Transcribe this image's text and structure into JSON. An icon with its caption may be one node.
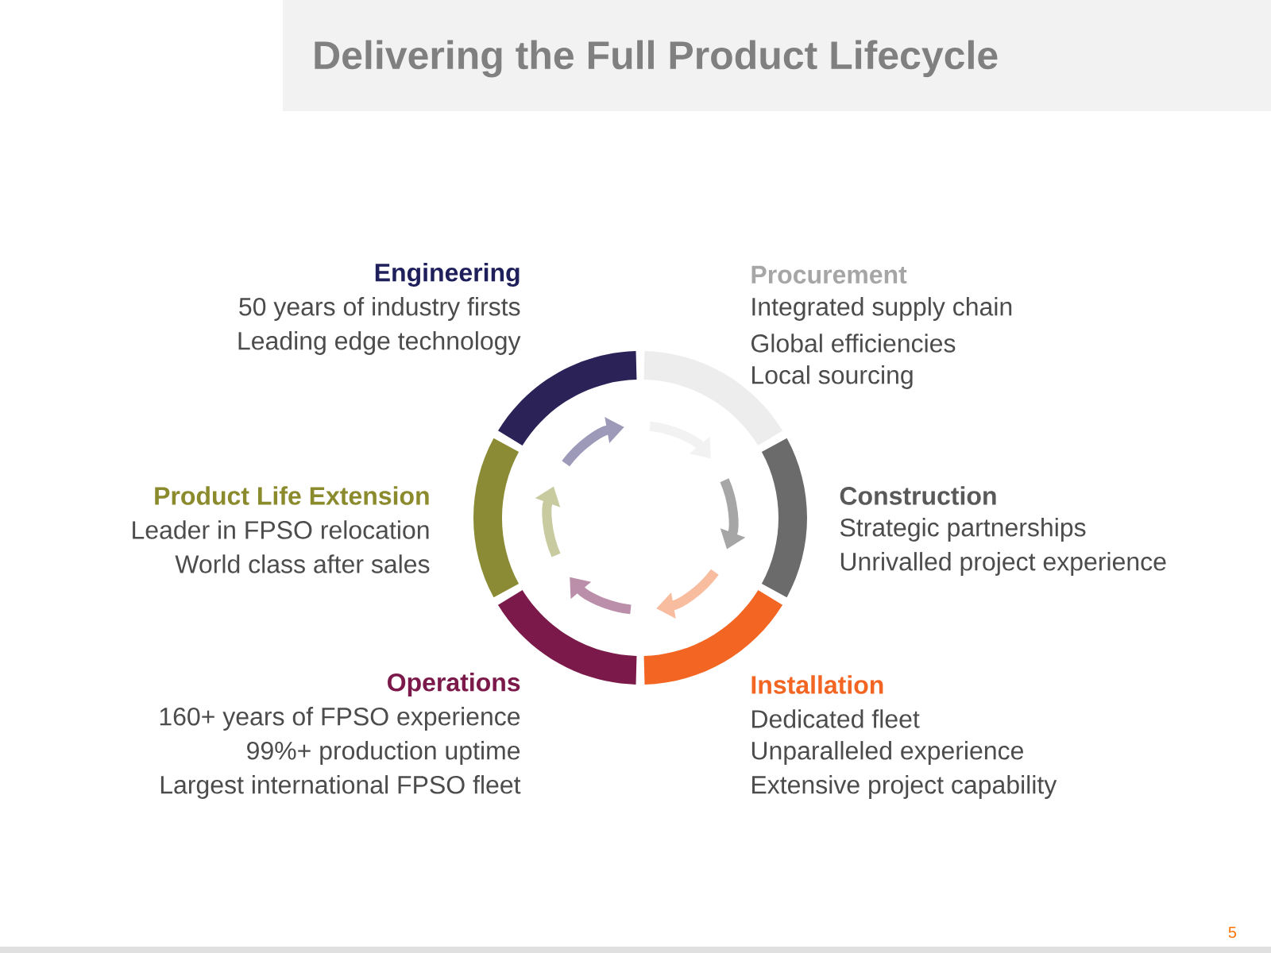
{
  "diagram": {
    "title": "Delivering the Full Product Lifecycle",
    "nodes": [
      {
        "text": [
          "Engineering"
        ],
        "beside": [
          "50 years of industry firsts",
          "Leading edge technology"
        ]
      },
      {
        "text": [
          "Procurement"
        ],
        "beside": [
          "Integrated supply chain",
          "Global efficiencies",
          "Local sourcing"
        ]
      },
      {
        "text": [
          "Product Life Extension"
        ],
        "beside": [
          "Leader in FPSO relocation",
          "World class after sales"
        ]
      },
      {
        "text": [
          "Construction"
        ],
        "beside": [
          "Strategic partnerships",
          "Unrivalled project experience"
        ]
      },
      {
        "text": [
          "Operations"
        ],
        "beside": [
          "160+ years of FPSO experience",
          "99%+ production uptime",
          "Largest international FPSO fleet"
        ]
      },
      {
        "text": [
          "Installation"
        ],
        "beside": [
          "Dedicated fleet",
          "Unparalleled experience",
          "Extensive project capability"
        ]
      }
    ],
    "labels": [
      "5"
    ]
  }
}
